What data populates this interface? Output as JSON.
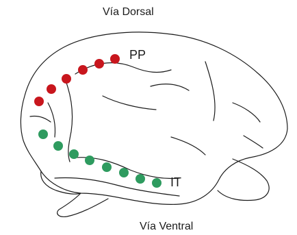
{
  "labels": {
    "dorsal_stream": "Vía Dorsal",
    "ventral_stream": "Vía Ventral",
    "parietal": "PP",
    "inferotemporal": "IT"
  },
  "colors": {
    "dorsal_dots": "#c8161d",
    "ventral_dots": "#2e9b5f",
    "outline": "#1a1a1a"
  },
  "icons": {
    "brain": "monkey-brain-outline"
  }
}
